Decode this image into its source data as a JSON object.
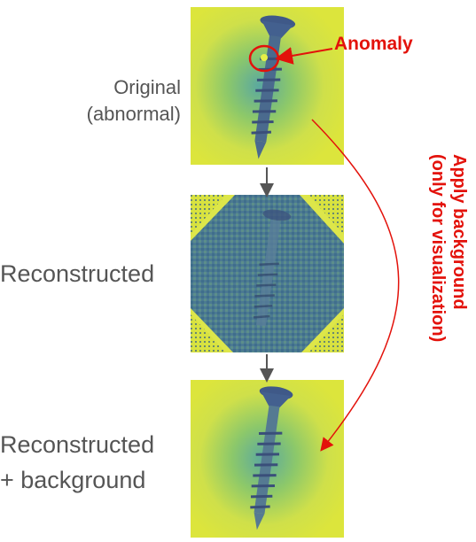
{
  "labels": {
    "original_line1": "Original",
    "original_line2": "(abnormal)",
    "reconstructed": "Reconstructed",
    "recon_bg_line1": "Reconstructed",
    "recon_bg_line2": "+ background"
  },
  "annotations": {
    "anomaly": "Anomaly",
    "apply_line1": "Apply background",
    "apply_line2": "(only for visualization)"
  },
  "colors": {
    "annotation_red": "#e3120b",
    "label_gray": "#555555",
    "background_yellow": "#d9e23a",
    "object_blue": "#3d5a8a"
  }
}
